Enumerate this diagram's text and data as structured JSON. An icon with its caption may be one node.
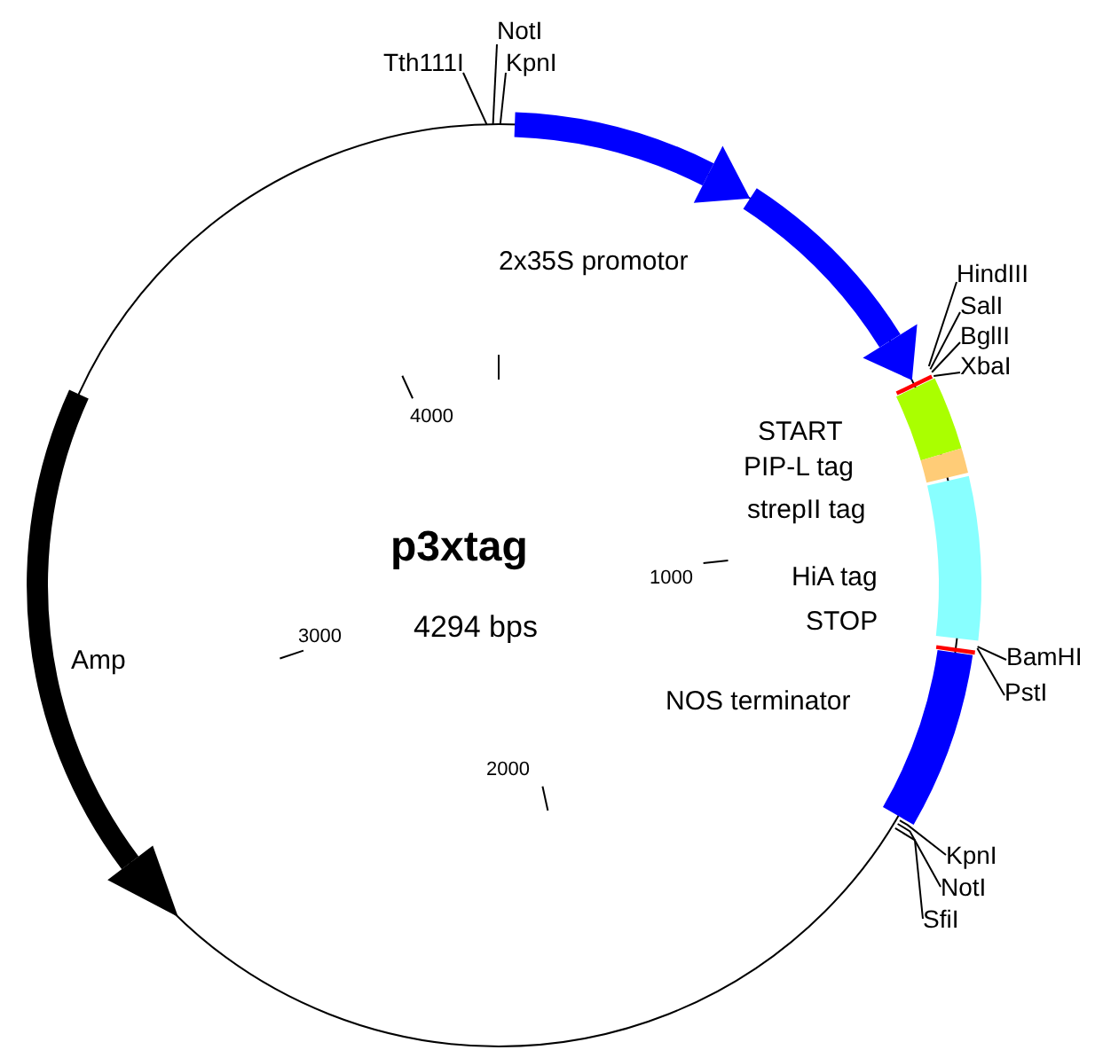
{
  "diagram": {
    "title": "p3xtag",
    "nodes": [
      {
        "text": [
          "NotI"
        ]
      },
      {
        "text": [
          "Tth111I"
        ]
      },
      {
        "text": [
          "KpnI"
        ]
      },
      {
        "text": [
          "HindIII"
        ]
      },
      {
        "text": [
          "SalI"
        ]
      },
      {
        "text": [
          "BglII"
        ]
      },
      {
        "text": [
          "XbaI"
        ]
      },
      {
        "text": [
          "BamHI"
        ]
      },
      {
        "text": [
          "PstI"
        ]
      },
      {
        "text": [
          "KpnI"
        ]
      },
      {
        "text": [
          "NotI"
        ]
      },
      {
        "text": [
          "SfiI"
        ]
      },
      {
        "text": [],
        "shape": "circle"
      }
    ],
    "edges": [
      {
        "from": 0,
        "to": 12,
        "arrow": "none"
      },
      {
        "from": 1,
        "to": 12,
        "arrow": "none"
      },
      {
        "from": 2,
        "to": 12,
        "arrow": "none"
      },
      {
        "from": 3,
        "to": 12,
        "arrow": "none"
      },
      {
        "from": 4,
        "to": 12,
        "arrow": "none"
      },
      {
        "from": 5,
        "to": 12,
        "arrow": "none"
      },
      {
        "from": 6,
        "to": 12,
        "arrow": "none"
      },
      {
        "from": 7,
        "to": 12,
        "arrow": "none"
      },
      {
        "from": 8,
        "to": 12,
        "arrow": "none"
      },
      {
        "from": 9,
        "to": 12,
        "arrow": "none"
      },
      {
        "from": 10,
        "to": 12,
        "arrow": "none"
      },
      {
        "from": 11,
        "to": 12,
        "arrow": "none"
      }
    ],
    "labels": [
      "2x35S promotor",
      "4000",
      "START",
      "PIP-L tag",
      "strepII tag",
      "1000",
      "HiA tag",
      "Amp",
      "3000",
      "4294 bps",
      "STOP",
      "NOS terminator",
      "2000"
    ]
  }
}
